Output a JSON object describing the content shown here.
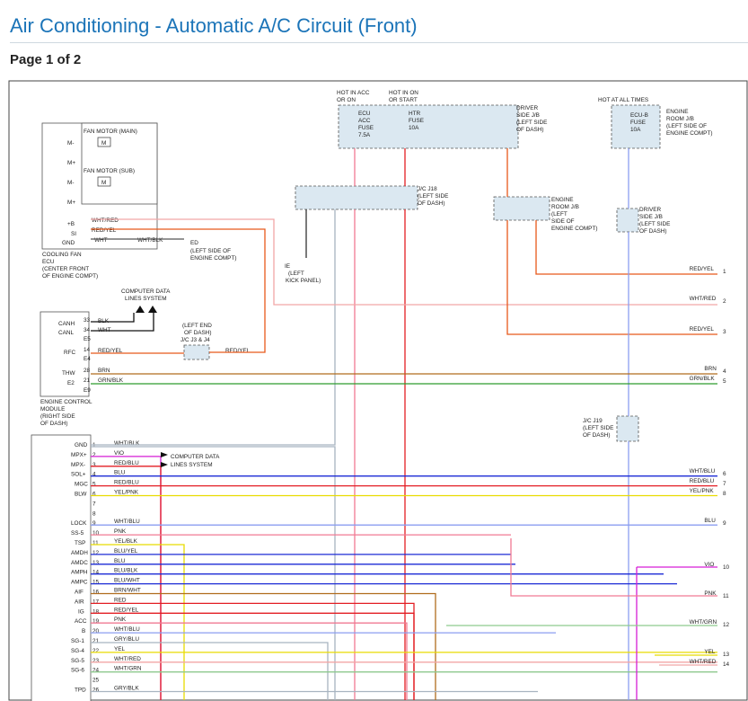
{
  "page": {
    "title": "Air Conditioning - Automatic A/C Circuit (Front)",
    "page_label": "Page 1 of 2"
  },
  "top": {
    "hot_acc": "HOT IN ACC",
    "or_on": "OR ON",
    "hot_on": "HOT IN ON",
    "or_start": "OR START",
    "hot_all": "HOT AT ALL TIMES",
    "ecu_fuse": [
      "ECU",
      "ACC",
      "FUSE",
      "7.5A"
    ],
    "htr_fuse": [
      "HTR",
      "FUSE",
      "10A"
    ],
    "ecub_fuse": [
      "ECU-B",
      "FUSE",
      "10A"
    ],
    "driver_jb": [
      "DRIVER",
      "SIDE J/B",
      "(LEFT SIDE",
      "OF DASH)"
    ],
    "engine_jb": [
      "ENGINE",
      "ROOM J/B",
      "(LEFT SIDE OF",
      "ENGINE COMPT)"
    ]
  },
  "fan": {
    "main": "FAN MOTOR (MAIN)",
    "sub": "FAN MOTOR (SUB)",
    "m_minus": "M-",
    "m_plus": "M+",
    "b_plus": "+B",
    "si": "SI",
    "gnd": "GND",
    "ecu_label": [
      "COOLING FAN",
      "ECU",
      "(CENTER FRONT",
      "OF ENGINE COMPT)"
    ],
    "ed_label": [
      "ED",
      "(LEFT SIDE OF",
      "ENGINE COMPT)"
    ],
    "wire1": "WHT/RED",
    "wire2": "RED/YEL",
    "wire3": "WHT",
    "wire4": "WHT/BLK"
  },
  "cdl": [
    "COMPUTER DATA",
    "LINES SYSTEM"
  ],
  "ecm": {
    "pins": [
      "CANH",
      "CANL",
      "RFC",
      "THW",
      "E2"
    ],
    "nums": [
      "33",
      "34",
      "E5",
      "14",
      "E4",
      "28",
      "21",
      "E9"
    ],
    "wires": [
      "BLK",
      "WHT",
      "RED/YEL",
      "BRN",
      "GRN/BLK",
      "RED/YEL"
    ],
    "label": [
      "ENGINE CONTROL",
      "MODULE",
      "(RIGHT SIDE",
      "OF DASH)"
    ],
    "jc_label": [
      "(LEFT END",
      "OF DASH)",
      "J/C J3 & J4"
    ]
  },
  "center": {
    "jc_j18": [
      "J/C J18",
      "(LEFT SIDE",
      "OF DASH)"
    ],
    "ie_label": [
      "IE",
      "(LEFT",
      "KICK PANEL)"
    ],
    "jb2": [
      "ENGINE",
      "ROOM J/B",
      "(LEFT",
      "SIDE OF",
      "ENGINE COMPT)"
    ],
    "driver_jb2": [
      "DRIVER",
      "SIDE J/B",
      "(LEFT SIDE",
      "OF DASH)"
    ],
    "jc_j19": [
      "J/C J19",
      "(LEFT SIDE",
      "OF DASH)"
    ]
  },
  "ac": {
    "pins": [
      "GND",
      "MPX+",
      "MPX-",
      "SOL+",
      "MGC",
      "BLW",
      "",
      "",
      "LOCK",
      "SS-5",
      "TSP",
      "AMDH",
      "AMDC",
      "AMPH",
      "AMPC",
      "AIF",
      "AIR",
      "IG",
      "ACC",
      "B",
      "SG-1",
      "SG-4",
      "SG-5",
      "SG-6",
      "",
      "TPD"
    ],
    "wires": [
      "WHT/BLK",
      "VIO",
      "RED/BLU",
      "BLU",
      "RED/BLU",
      "YEL/PNK",
      "",
      "",
      "WHT/BLU",
      "PNK",
      "YEL/BLK",
      "BLU/YEL",
      "BLU",
      "BLU/BLK",
      "BLU/WHT",
      "BRN/WHT",
      "RED",
      "RED/YEL",
      "PNK",
      "WHT/BLU",
      "GRY/BLU",
      "YEL",
      "WHT/RED",
      "WHT/GRN",
      "",
      "GRY/BLK"
    ]
  },
  "right": {
    "labels": [
      "RED/YEL",
      "WHT/RED",
      "RED/YEL",
      "BRN",
      "GRN/BLK",
      "WHT/BLU",
      "RED/BLU",
      "YEL/PNK",
      "BLU",
      "VIO",
      "PNK",
      "WHT/GRN",
      "YEL",
      "WHT/RED"
    ],
    "nums": [
      "1",
      "2",
      "3",
      "4",
      "5",
      "6",
      "7",
      "8",
      "9",
      "10",
      "11",
      "12",
      "13",
      "14"
    ]
  },
  "colors": {
    "title": "#1b74b8",
    "red_yel": "#e8591b",
    "wht_red": "#f2a6a6",
    "brn": "#b06c1d",
    "grn": "#2e9c2e",
    "pnk": "#f07a93",
    "red": "#e31e24",
    "blu": "#1d2bd6",
    "vio": "#d61ed6",
    "yel": "#e8dc00",
    "gry": "#a8b4c0",
    "wht_blu": "#8b9ef0",
    "wht_grn": "#8ec98e"
  }
}
